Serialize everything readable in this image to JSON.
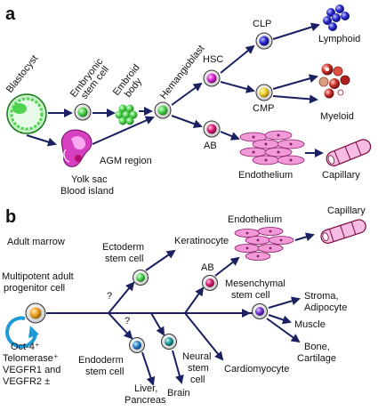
{
  "panel_a": {
    "letter": "a",
    "blastocyst": "Blastocyst",
    "embryonic_stem_cell": [
      "Embryonic",
      "stem cell"
    ],
    "embryoid_body": [
      "Embroid",
      "body"
    ],
    "hemangioblast": "Hemangioblast",
    "hsc": "HSC",
    "clp": "CLP",
    "cmp": "CMP",
    "ab": "AB",
    "lymphoid": "Lymphoid",
    "myeloid": "Myeloid",
    "agm_region": "AGM region",
    "yolk_sac": [
      "Yolk sac",
      "Blood island"
    ],
    "endothelium": "Endothelium",
    "capillary": "Capillary"
  },
  "panel_b": {
    "letter": "b",
    "adult_marrow": "Adult marrow",
    "mapc": [
      "Multipotent adult",
      "progenitor cell"
    ],
    "markers": [
      "Oct-4⁺",
      "Telomerase⁺",
      "VEGFR1 and",
      "VEGFR2 ±"
    ],
    "ectoderm": [
      "Ectoderm",
      "stem cell"
    ],
    "keratinocyte": "Keratinocyte",
    "q1": "?",
    "q2": "?",
    "endoderm": [
      "Endoderm",
      "stem cell"
    ],
    "liver": [
      "Liver,",
      "Pancreas"
    ],
    "neural": [
      "Neural",
      "stem",
      "cell"
    ],
    "brain": "Brain",
    "ab": "AB",
    "endothelium": "Endothelium",
    "capillary": "Capillary",
    "mesenchymal": [
      "Mesenchymal",
      "stem cell"
    ],
    "stroma": [
      "Stroma,",
      "Adipocyte"
    ],
    "muscle": "Muscle",
    "bone": [
      "Bone,",
      "Cartilage"
    ],
    "cardiomyocyte": "Cardiomyocyte"
  },
  "colors": {
    "arrow": "#1a2060",
    "hemangioblast_green": "#4fd24f",
    "lymphoid_blue": "#2a2ad0",
    "myeloid_red": "#c8302a",
    "hsc_magenta": "#e02ad8",
    "ab_pink": "#e0207a",
    "endothelium_pink": "#f29ad8",
    "yolk_magenta": "#d63fc0",
    "mapc_orange": "#f0a020",
    "circle_arrow_blue": "#1e9ad6",
    "mesenchymal_purple": "#7a3ad8",
    "endoderm_blue": "#2a86d0",
    "neural_teal": "#1ea0a0"
  }
}
